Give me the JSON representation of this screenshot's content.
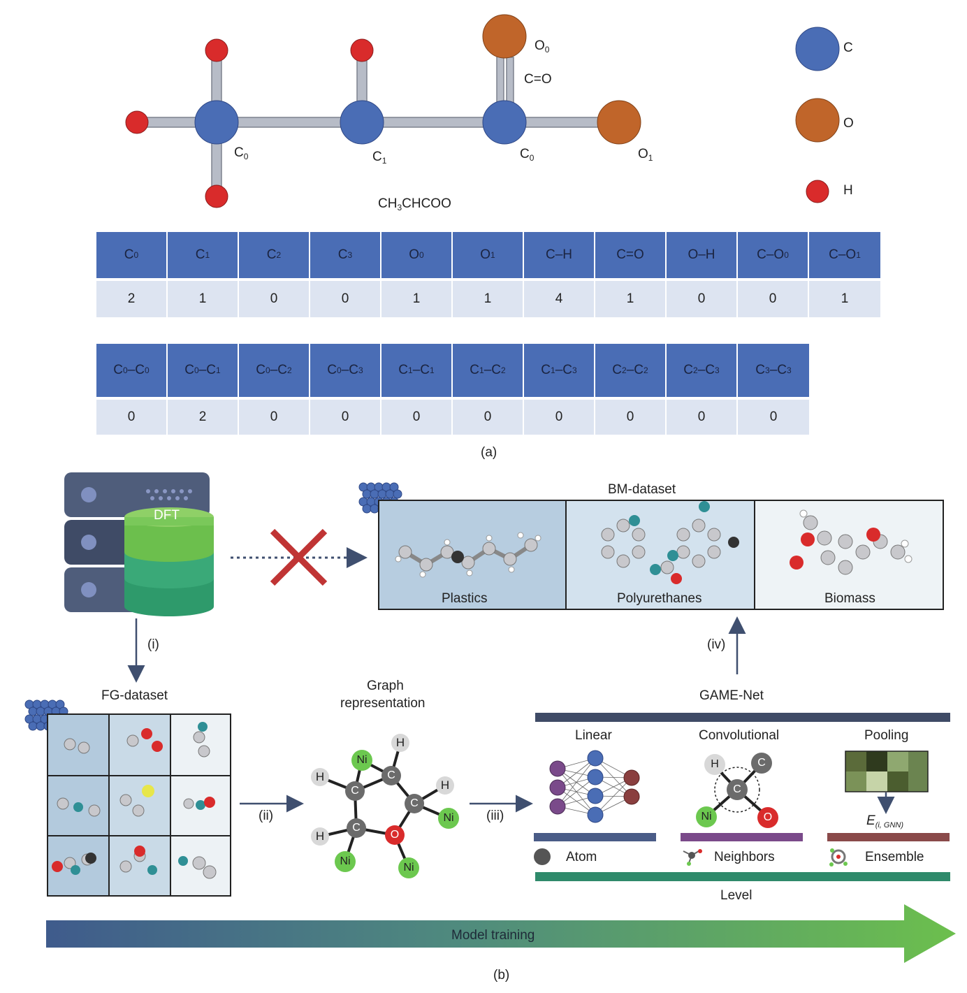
{
  "panel_a": {
    "atom_labels": {
      "c0_left": "C",
      "c0_left_sub": "0",
      "c1": "C",
      "c1_sub": "1",
      "c0_right": "C",
      "c0_right_sub": "0",
      "o0": "O",
      "o0_sub": "0",
      "o1": "O",
      "o1_sub": "1",
      "double_bond": "C=O"
    },
    "formula": {
      "a": "CH",
      "sub": "3",
      "b": "CHCOO"
    },
    "legend": [
      {
        "label": "C",
        "color": "#4a6db5"
      },
      {
        "label": "O",
        "color": "#c0652a"
      },
      {
        "label": "H",
        "color": "#d92b2b"
      }
    ],
    "table1": {
      "headers": [
        {
          "t": "C",
          "s": "0"
        },
        {
          "t": "C",
          "s": "1"
        },
        {
          "t": "C",
          "s": "2"
        },
        {
          "t": "C",
          "s": "3"
        },
        {
          "t": "O",
          "s": "0"
        },
        {
          "t": "O",
          "s": "1"
        },
        {
          "t": "C–H",
          "s": ""
        },
        {
          "t": "C=O",
          "s": ""
        },
        {
          "t": "O–H",
          "s": ""
        },
        {
          "t": "C–O",
          "s": "0"
        },
        {
          "t": "C–O",
          "s": "1"
        }
      ],
      "values": [
        "2",
        "1",
        "0",
        "0",
        "1",
        "1",
        "4",
        "1",
        "0",
        "0",
        "1"
      ]
    },
    "table2": {
      "headers": [
        {
          "a": "C",
          "as": "0",
          "b": "C",
          "bs": "0"
        },
        {
          "a": "C",
          "as": "0",
          "b": "C",
          "bs": "1"
        },
        {
          "a": "C",
          "as": "0",
          "b": "C",
          "bs": "2"
        },
        {
          "a": "C",
          "as": "0",
          "b": "C",
          "bs": "3"
        },
        {
          "a": "C",
          "as": "1",
          "b": "C",
          "bs": "1"
        },
        {
          "a": "C",
          "as": "1",
          "b": "C",
          "bs": "2"
        },
        {
          "a": "C",
          "as": "1",
          "b": "C",
          "bs": "3"
        },
        {
          "a": "C",
          "as": "2",
          "b": "C",
          "bs": "2"
        },
        {
          "a": "C",
          "as": "2",
          "b": "C",
          "bs": "3"
        },
        {
          "a": "C",
          "as": "3",
          "b": "C",
          "bs": "3"
        }
      ],
      "values": [
        "0",
        "2",
        "0",
        "0",
        "0",
        "0",
        "0",
        "0",
        "0",
        "0"
      ]
    },
    "caption": "(a)"
  },
  "panel_b": {
    "dft_label": "DFT",
    "bm_dataset": {
      "title": "BM-dataset",
      "items": [
        "Plastics",
        "Polyurethanes",
        "Biomass"
      ]
    },
    "steps": {
      "i": "(i)",
      "ii": "(ii)",
      "iii": "(iii)",
      "iv": "(iv)"
    },
    "fg_dataset": {
      "title": "FG-dataset"
    },
    "graph": {
      "title_line1": "Graph",
      "title_line2": "representation",
      "nodes": [
        "H",
        "Ni",
        "C",
        "H",
        "C",
        "H",
        "C",
        "H",
        "C",
        "O",
        "Ni",
        "Ni",
        "Ni"
      ]
    },
    "gamenet": {
      "title": "GAME-Net",
      "layers": [
        "Linear",
        "Convolutional",
        "Pooling"
      ],
      "pool_output": "E",
      "pool_output_sub": "(i, GNN)",
      "levels": [
        "Atom",
        "Neighbors",
        "Ensemble"
      ],
      "level_label": "Level",
      "conv_nodes": [
        "H",
        "C",
        "C",
        "Ni",
        "O"
      ]
    },
    "training_label": "Model training",
    "caption": "(b)",
    "colors": {
      "blue": "#4a6db5",
      "orange": "#c0652a",
      "red": "#d92b2b",
      "nickel": "#6cc84f",
      "purple": "#7a4a8a"
    }
  }
}
